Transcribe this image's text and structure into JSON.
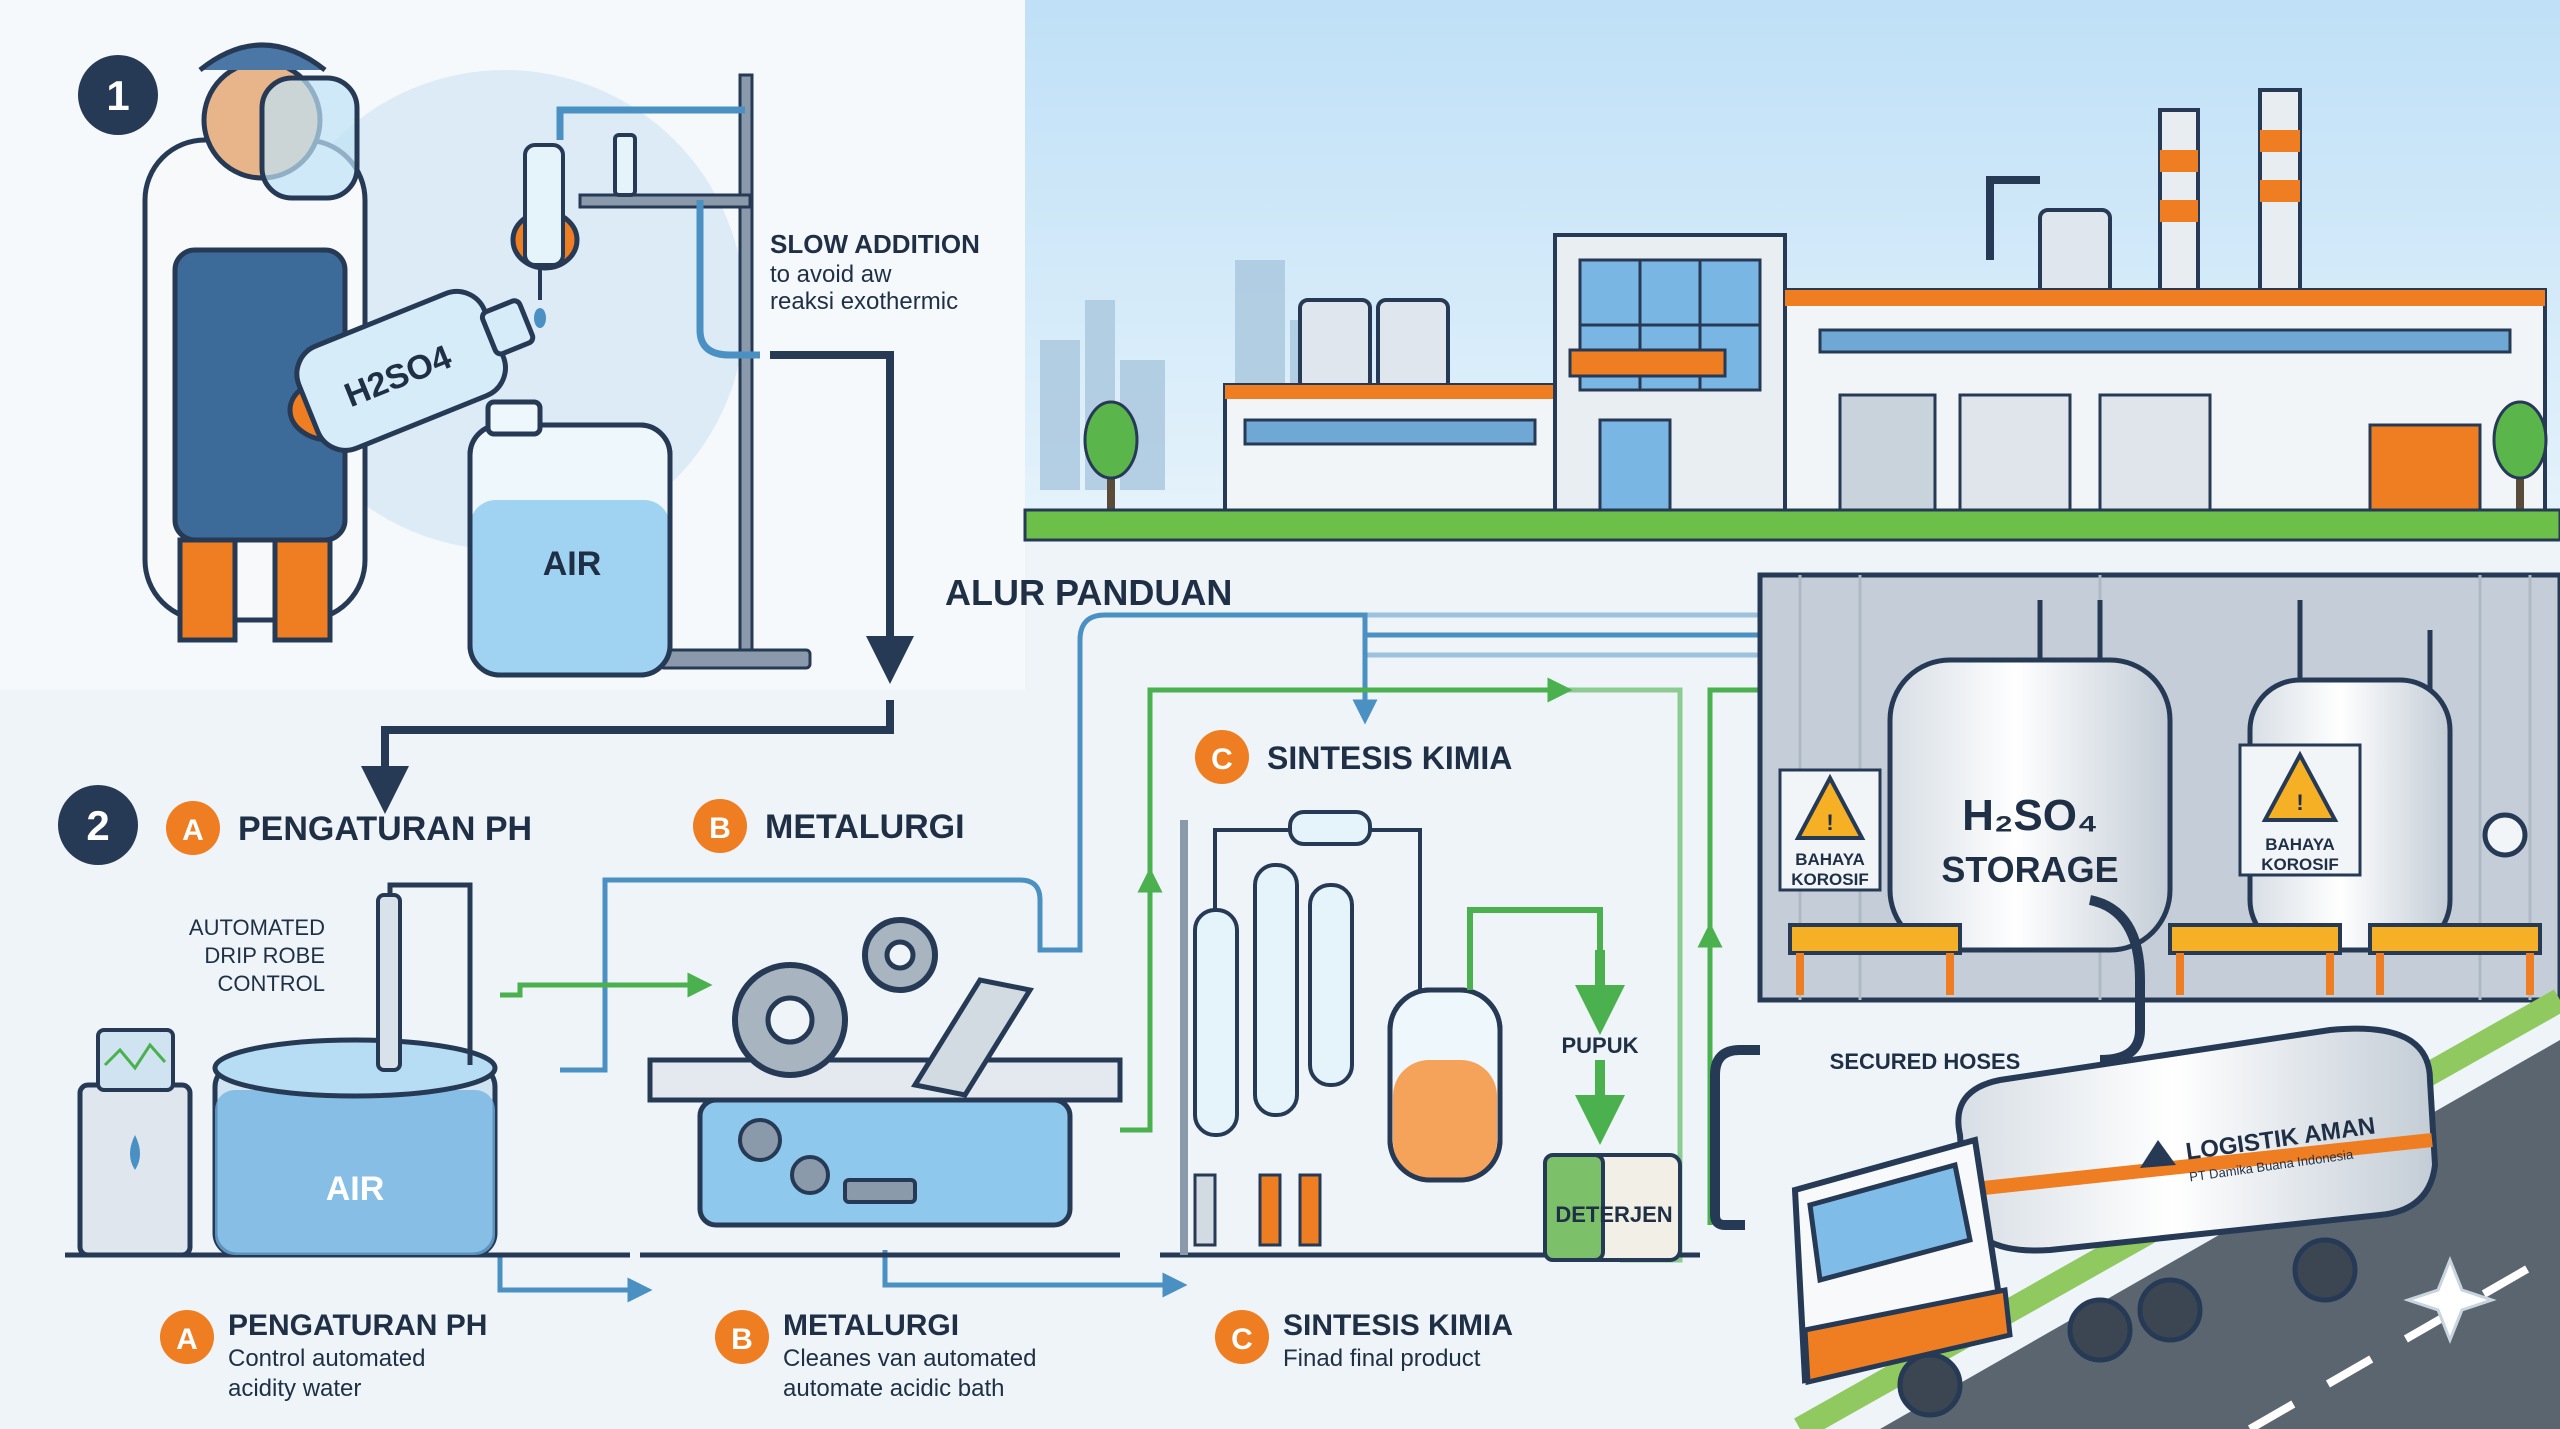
{
  "colors": {
    "navy": "#263a55",
    "orange": "#ef7d22",
    "blue_flow": "#4a90c2",
    "green_flow": "#4bb04e",
    "water": "#9fd3f1",
    "background": "#eef4f8"
  },
  "step1": {
    "number": "1",
    "note_title": "SLOW ADDITION",
    "note_line1": "to avoid aw",
    "note_line2": "reaksi exothermic",
    "bottle_label": "H2SO4",
    "jerrycan_label": "AIR"
  },
  "flow_title": "ALUR PANDUAN",
  "step2": {
    "number": "2",
    "stage_a": {
      "letter": "A",
      "title": "PENGATURAN PH"
    },
    "stage_b": {
      "letter": "B",
      "title": "METALURGI"
    },
    "stage_c": {
      "letter": "C",
      "title": "SINTESIS KIMIA"
    }
  },
  "probe_label": {
    "line1": "AUTOMATED",
    "line2": "DRIP ROBE",
    "line3": "CONTROL"
  },
  "tank_label": "AIR",
  "outputs": {
    "pupuk": "PUPUK",
    "deterjen": "DETERJEN"
  },
  "storage": {
    "line1": "H₂SO₄",
    "line2": "STORAGE",
    "warning_line1": "BAHAYA",
    "warning_line2": "KOROSIF"
  },
  "hoses_label": "SECURED HOSES",
  "truck": {
    "brand": "LOGISTIK AMAN",
    "company": "PT Damika Buana Indonesia"
  },
  "legend": [
    {
      "letter": "A",
      "title": "PENGATURAN PH",
      "line1": "Control automated",
      "line2": "acidity water"
    },
    {
      "letter": "B",
      "title": "METALURGI",
      "line1": "Cleanes van automated",
      "line2": "automate acidic bath"
    },
    {
      "letter": "C",
      "title": "SINTESIS KIMIA",
      "line1": "Finad final product",
      "line2": ""
    }
  ]
}
